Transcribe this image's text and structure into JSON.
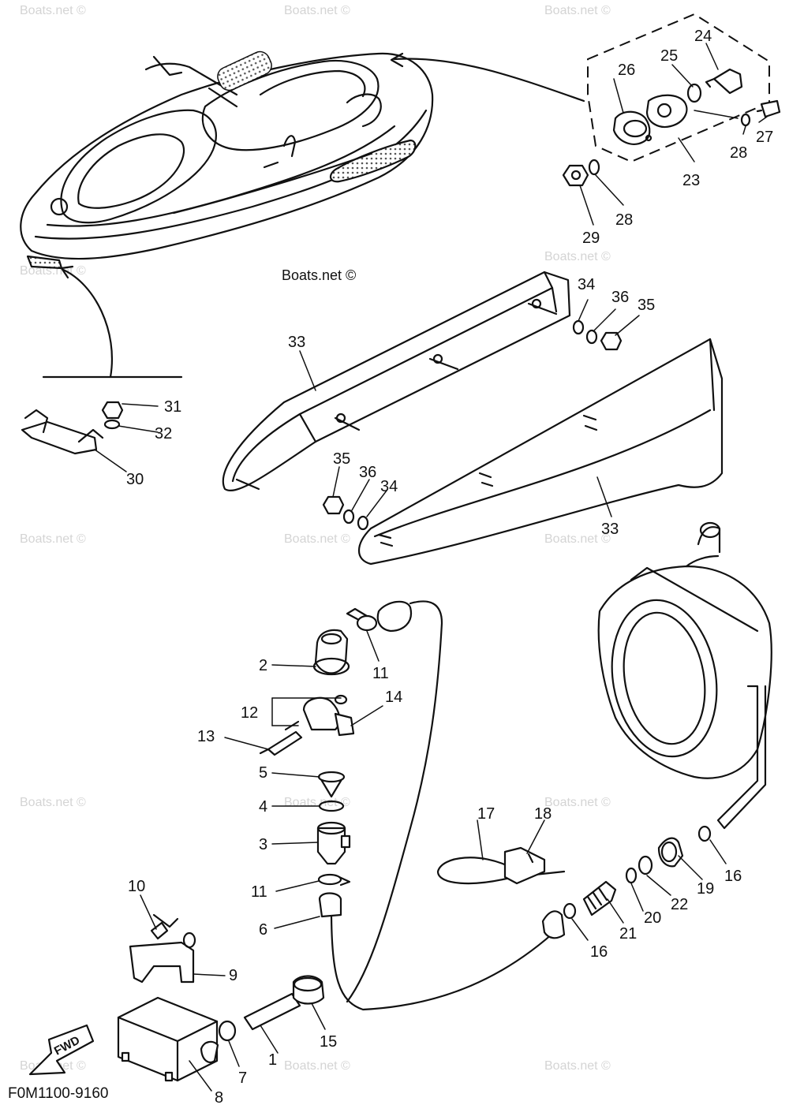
{
  "watermark": "Boats.net ©",
  "copyright": "Boats.net ©",
  "diagram_code": "F0M1100-9160",
  "fwd_label": "FWD",
  "callouts": [
    "1",
    "2",
    "3",
    "4",
    "5",
    "6",
    "7",
    "8",
    "9",
    "10",
    "11",
    "11",
    "12",
    "13",
    "14",
    "15",
    "16",
    "16",
    "17",
    "18",
    "19",
    "20",
    "21",
    "22",
    "23",
    "24",
    "25",
    "26",
    "27",
    "28",
    "28",
    "29",
    "30",
    "31",
    "32",
    "33",
    "33",
    "34",
    "34",
    "35",
    "35",
    "36",
    "36"
  ]
}
